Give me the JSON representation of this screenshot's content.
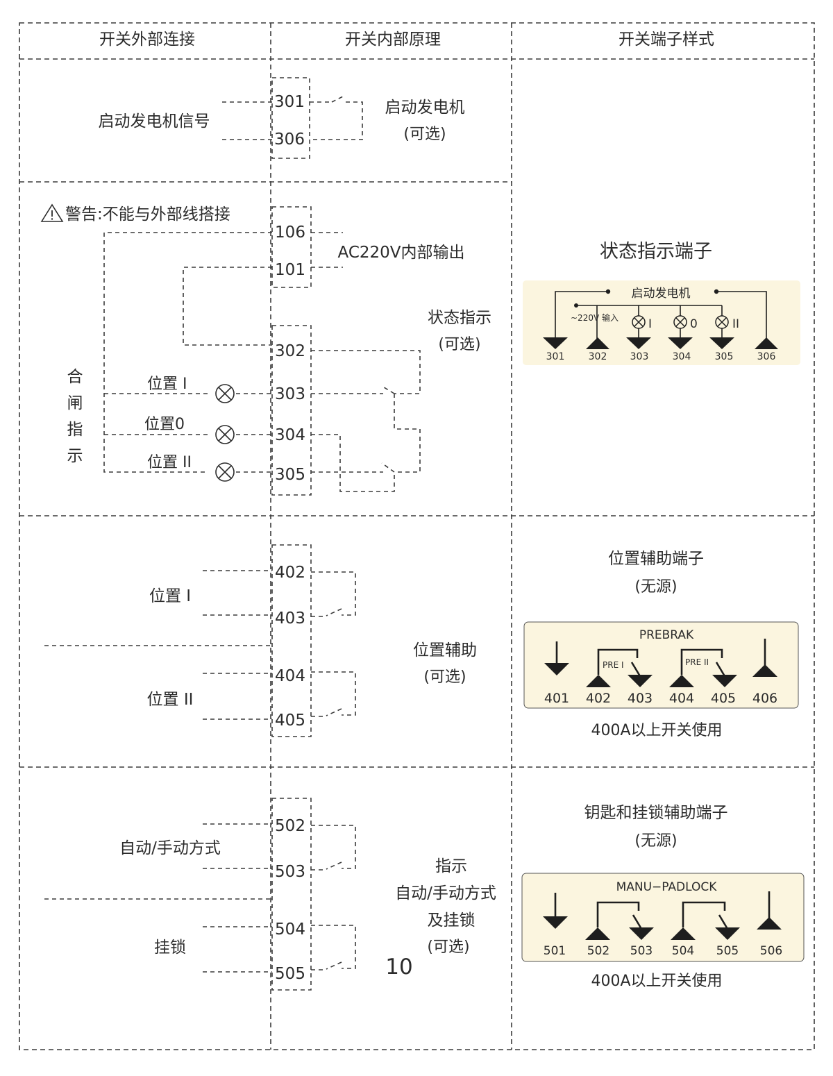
{
  "header": {
    "col_external": "开关外部连接",
    "col_internal": "开关内部原理",
    "col_terminal": "开关端子样式"
  },
  "section1": {
    "external_label": "启动发电机信号",
    "internal_label": "启动发电机",
    "internal_note": "(可选)",
    "terminals": [
      "301",
      "306"
    ]
  },
  "section2": {
    "warning": "警告:不能与外部线搭接",
    "ac_terminals": [
      "106",
      "101"
    ],
    "ac_label": "AC220V内部输出",
    "status_label": "状态指示",
    "status_note": "(可选)",
    "status_terminals": [
      "302",
      "303",
      "304",
      "305"
    ],
    "closing_indicator_chars": [
      "合",
      "闸",
      "指",
      "示"
    ],
    "positions": [
      "位置 I",
      "位置0",
      "位置 II"
    ],
    "panel_title": "状态指示端子",
    "panel": {
      "top_label": "启动发电机",
      "input_label": "~220V 输入",
      "lamp_labels": [
        "I",
        "0",
        "II"
      ],
      "terminals": [
        "301",
        "302",
        "303",
        "304",
        "305",
        "306"
      ],
      "bg_color": "#fbf5df"
    }
  },
  "section3": {
    "position1": "位置 I",
    "position2": "位置 II",
    "internal_label": "位置辅助",
    "internal_note": "(可选)",
    "terminals": [
      "402",
      "403",
      "404",
      "405"
    ],
    "panel_title": "位置辅助端子",
    "panel_note": "(无源)",
    "panel": {
      "top_label": "PREBRAK",
      "pre1": "PRE I",
      "pre2": "PRE II",
      "terminals": [
        "401",
        "402",
        "403",
        "404",
        "405",
        "406"
      ],
      "bg_color": "#fbf5df"
    },
    "footer": "400A以上开关使用"
  },
  "section4": {
    "mode_label": "自动/手动方式",
    "lock_label": "挂锁",
    "internal_lines": [
      "指示",
      "自动/手动方式",
      "及挂锁",
      "(可选)"
    ],
    "page_number": "10",
    "terminals": [
      "502",
      "503",
      "504",
      "505"
    ],
    "panel_title": "钥匙和挂锁辅助端子",
    "panel_note": "(无源)",
    "panel": {
      "top_label": "MANU−PADLOCK",
      "terminals": [
        "501",
        "502",
        "503",
        "504",
        "505",
        "506"
      ],
      "bg_color": "#fbf5df"
    },
    "footer": "400A以上开关使用"
  }
}
